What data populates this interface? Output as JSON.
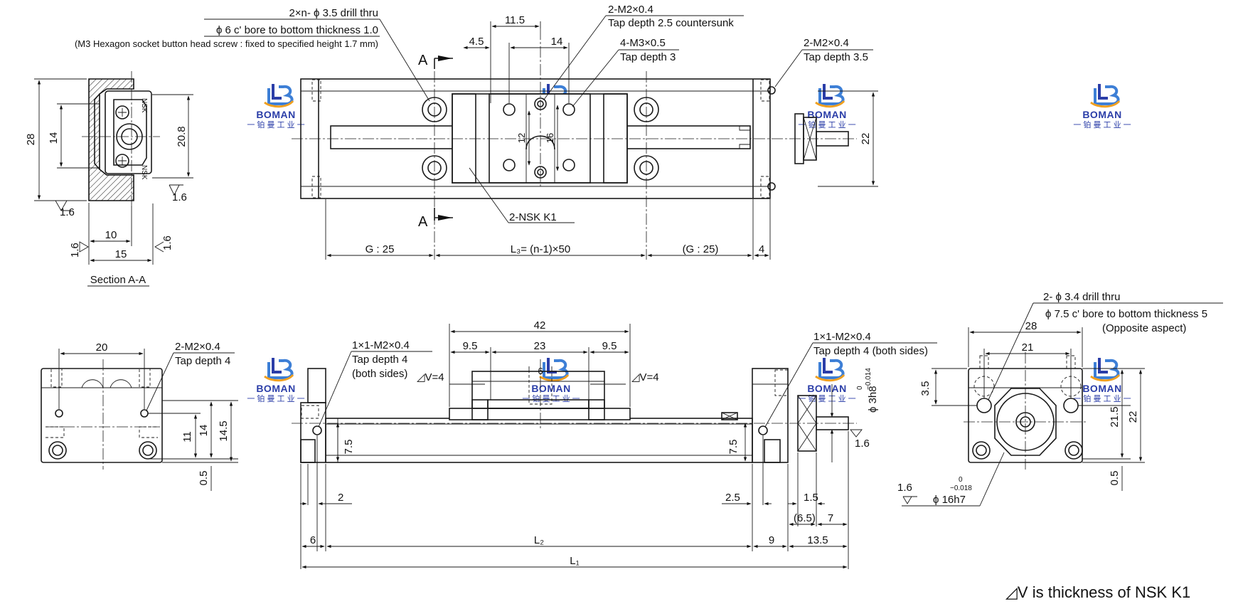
{
  "logo": {
    "name": "BOMAN",
    "subtitle": "一 铂 曼 工 业 一",
    "color": "#2b3ea8",
    "accent": "#3d7fd6"
  },
  "top_view": {
    "callout_drill_1": "2×n- ϕ 3.5 drill thru",
    "callout_drill_2": "ϕ 6 c' bore to bottom thickness 1.0",
    "callout_drill_3": "(M3 Hexagon socket button head screw : fixed to specified height 1.7 mm)",
    "callout_tap1_1": "2-M2×0.4",
    "callout_tap1_2": "Tap depth 2.5 countersunk",
    "callout_tap2_1": "4-M3×0.5",
    "callout_tap2_2": "Tap depth 3",
    "callout_tap3_1": "2-M2×0.4",
    "callout_tap3_2": "Tap depth 3.5",
    "dim_11_5": "11.5",
    "dim_4_5": "4.5",
    "dim_14": "14",
    "dim_12": "12",
    "dim_16": "16",
    "dim_22": "22",
    "dim_g25": "G : 25",
    "dim_l3": "L₃= (n-1)×50",
    "dim_g25b": "(G : 25)",
    "dim_4": "4",
    "section_a": "A",
    "nsk_label": "2-NSK    K1"
  },
  "section": {
    "dim_28": "28",
    "dim_14": "14",
    "dim_20_8": "20.8",
    "rough_1": "1.6",
    "rough_2": "1.6",
    "rough_3": "1.6",
    "rough_4": "1.6",
    "dim_10": "10",
    "dim_15": "15",
    "title": "Section A-A",
    "tiny_text": "NSK"
  },
  "left_end": {
    "dim_20": "20",
    "callout_1": "2-M2×0.4",
    "callout_2": "Tap depth 4",
    "dim_11": "11",
    "dim_14": "14",
    "dim_14_5": "14.5",
    "dim_0_5": "0.5"
  },
  "front_view": {
    "dim_42": "42",
    "dim_9_5a": "9.5",
    "dim_23": "23",
    "dim_9_5b": "9.5",
    "dim_6": "6",
    "callout_left_1": "1×1-M2×0.4",
    "callout_left_2": "Tap depth 4",
    "callout_left_3": "(both sides)",
    "callout_right_1": "1×1-M2×0.4",
    "callout_right_2": "Tap depth 4 (both sides)",
    "dv_left": "◿V=4",
    "dv_right": "◿V=4",
    "shaft_dia": "ϕ 3h8",
    "shaft_tol_top": "0",
    "shaft_tol_bot": "−0.014",
    "rough": "1.6",
    "dim_7_5a": "7.5",
    "dim_7_5b": "7.5",
    "dim_2": "2",
    "dim_2_5": "2.5",
    "dim_1_5": "1.5",
    "dim_6_5": "(6.5)",
    "dim_7": "7",
    "dim_6b": "6",
    "dim_l2": "L₂",
    "dim_9": "9",
    "dim_13_5": "13.5",
    "dim_l1": "L₁"
  },
  "right_end": {
    "callout_1": "2- ϕ 3.4 drill thru",
    "callout_2": "ϕ 7.5 c' bore to bottom thickness 5",
    "callout_3": "(Opposite aspect)",
    "dim_28": "28",
    "dim_21": "21",
    "dim_3_5": "3.5",
    "dim_21_5": "21.5",
    "dim_22": "22",
    "dim_0_5": "0.5",
    "rough": "1.6",
    "bore_dia": "ϕ 16h7",
    "bore_tol_top": "0",
    "bore_tol_bot": "−0.018"
  },
  "footnote": "◿V is thickness of NSK K1"
}
